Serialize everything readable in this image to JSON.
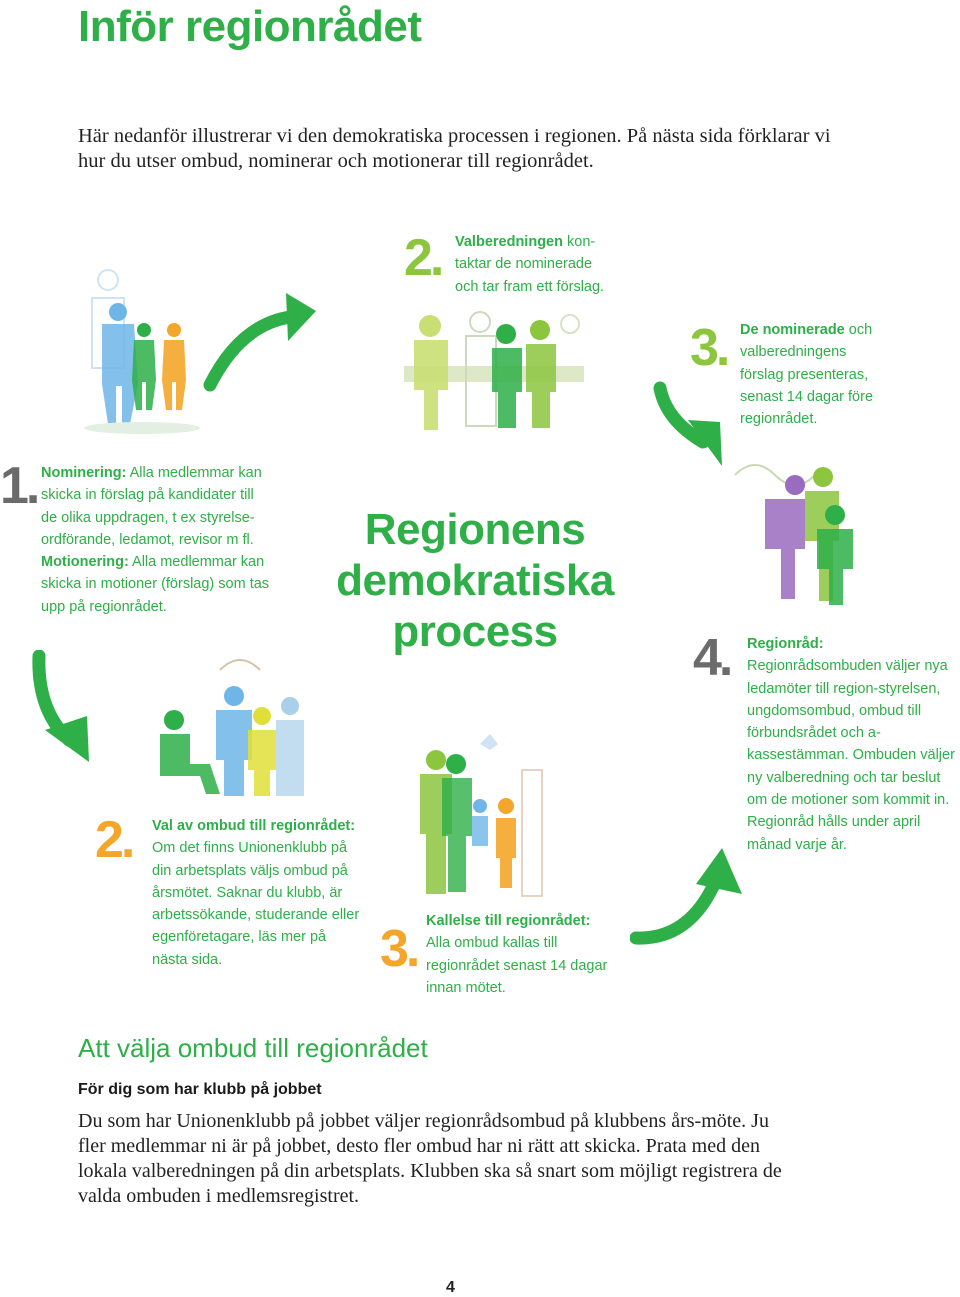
{
  "header": {
    "title": "Inför regionrådet",
    "intro": "Här nedanför illustrerar vi den demokratiska processen i regionen. På nästa sida förklarar vi hur du utser ombud, nominerar och motionerar till regionrådet."
  },
  "diagram": {
    "center_line1": "Regionens",
    "center_line2": "demokratiska",
    "center_line3": "process",
    "steps": [
      {
        "num": "1.",
        "lead1": "Nominering:",
        "text1": " Alla medlemmar kan skicka in förslag på kandidater till de olika uppdragen, t ex styrelse-ordförande, ledamot, revisor m fl.",
        "lead2": "Motionering:",
        "text2": " Alla medlemmar kan skicka in motioner (förslag) som tas upp på regionrådet."
      },
      {
        "num": "2.",
        "lead": "Val av ombud till regionrådet:",
        "text": " Om det finns Unionenklubb på din arbetsplats väljs ombud på årsmötet. Saknar du klubb, är arbetssökande, studerande eller egenföretagare, läs mer på nästa sida."
      },
      {
        "num": "3.",
        "lead": "Kallelse till regionrådet:",
        "text": " Alla ombud kallas till regionrådet senast 14 dagar innan mötet."
      },
      {
        "num": "2.",
        "lead": "Valberedningen",
        "text": " kon-taktar de nominerade och tar fram ett förslag."
      },
      {
        "num": "3.",
        "lead": "De nominerade",
        "text": " och valberedningens förslag presenteras, senast 14 dagar före regionrådet."
      },
      {
        "num": "4.",
        "lead": "Regionråd:",
        "text": " Regionrådsombuden väljer nya ledamöter till region-styrelsen, ungdomsombud, ombud till förbundsrådet och a-kassestämman. Ombuden väljer ny valberedning och tar beslut om de motioner som kommit in. Regionråd hålls under april månad varje år."
      }
    ]
  },
  "section": {
    "title": "Att välja ombud till regionrådet",
    "subtitle": "För dig som har klubb på jobbet",
    "body": "Du som har Unionenklubb på jobbet väljer regionrådsombud på klubbens års-möte. Ju fler medlemmar ni är på jobbet, desto fler ombud har ni rätt att skicka. Prata med den lokala valberedningen på din arbetsplats. Klubben ska så snart som möjligt registrera de valda ombuden i medlemsregistret."
  },
  "footer": {
    "page_number": "4"
  },
  "colors": {
    "green": "#2eaf48",
    "orange": "#f4a62a",
    "lime": "#8cc63f",
    "blue": "#6fb6e6",
    "purple": "#9a6bbf",
    "gray": "#6b6b6b"
  }
}
